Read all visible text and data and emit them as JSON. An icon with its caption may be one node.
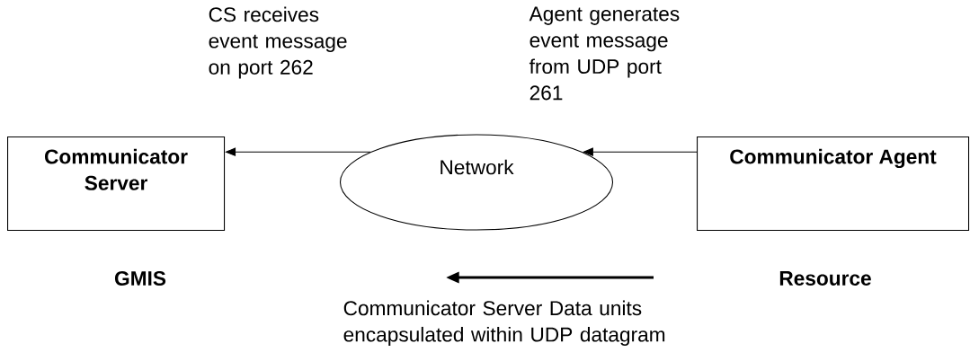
{
  "diagram": {
    "nodes": [
      {
        "text": [
          "**Communicator Server**"
        ]
      },
      {
        "text": [
          "Network"
        ]
      },
      {
        "text": [
          "**Communicator Agent**"
        ]
      },
      {
        "text": [
          "**GMIS**"
        ]
      },
      {
        "text": [
          "**Resource**"
        ]
      }
    ],
    "edges": [
      {
        "from": 1,
        "to": 0,
        "arrow": "to"
      },
      {
        "from": 2,
        "to": 1,
        "arrow": "to"
      }
    ],
    "labels": [
      "CS receives event message on port 262",
      "Agent generates event message from UDP port 261",
      "Communicator Server Data units encapsulated within UDP datagram"
    ]
  }
}
